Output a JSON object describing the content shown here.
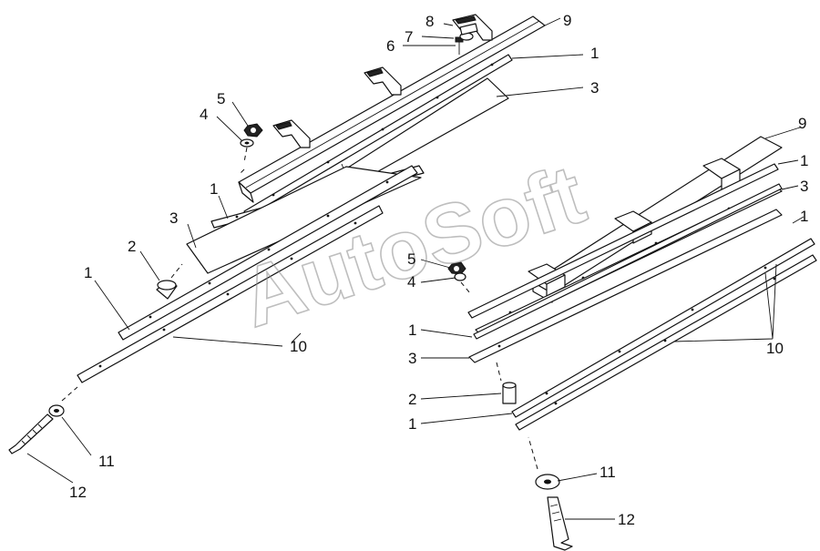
{
  "watermark": "AutoSoft",
  "callouts": {
    "left": {
      "n9": "9",
      "n8": "8",
      "n7": "7",
      "n6": "6",
      "n1_top": "1",
      "n3_top": "3",
      "n5": "5",
      "n4": "4",
      "n1_mid": "1",
      "n3_mid": "3",
      "n2": "2",
      "n1_low": "1",
      "n10": "10",
      "n11": "11",
      "n12": "12"
    },
    "right": {
      "n9": "9",
      "n1_a": "1",
      "n3_a": "3",
      "n1_b": "1",
      "n5": "5",
      "n4": "4",
      "n1_c": "1",
      "n3_b": "3",
      "n2": "2",
      "n1_d": "1",
      "n10": "10",
      "n11": "11",
      "n12": "12"
    }
  }
}
